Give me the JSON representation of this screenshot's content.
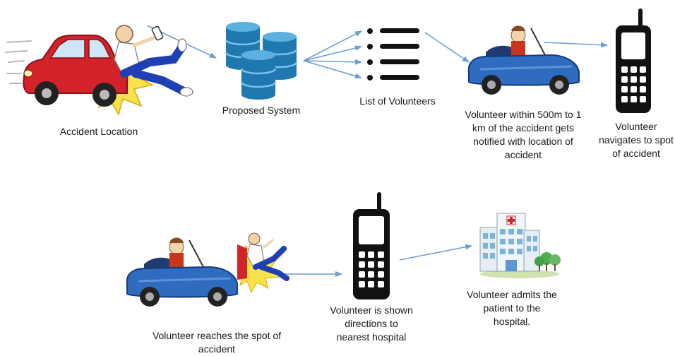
{
  "nodes": {
    "accident_location": "Accident Location",
    "proposed_system": "Proposed System",
    "list_of_volunteers": "List of Volunteers",
    "volunteer_notified": "Volunteer within 500m to 1 km of the accident gets notified with location of accident",
    "volunteer_navigates": "Volunteer navigates to spot of accident",
    "volunteer_reaches": "Volunteer reaches the spot of accident",
    "volunteer_directions": "Volunteer is shown directions to nearest hospital",
    "volunteer_admits": "Volunteer admits the patient to the hospital."
  },
  "icons": {
    "accident": "car-crash-icon",
    "system": "database-icon",
    "list": "list-icon",
    "volunteer_car": "convertible-car-icon",
    "phone": "mobile-phone-icon",
    "hospital": "hospital-icon"
  },
  "colors": {
    "arrow": "#6f9fce",
    "red_car": "#d3222a",
    "blue_car": "#2f6cc0",
    "database": "#1f78b0",
    "phone": "#111111",
    "impact": "#f7e24a"
  }
}
